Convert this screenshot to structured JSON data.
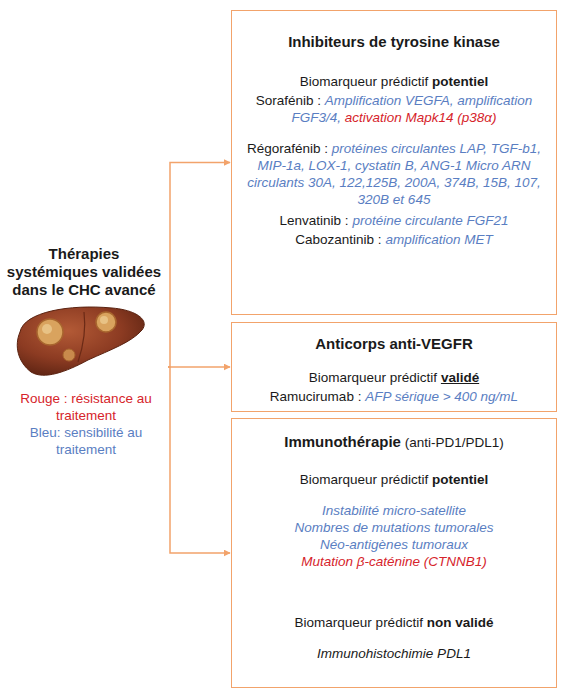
{
  "diagram": {
    "nodes": [
      {
        "text": [
          "Thérapies systémiques validées dans le CHC avancé"
        ]
      },
      {
        "text": [
          "Inhibiteurs de tyrosine kinase",
          "Biomarqueur prédictif",
          "potentiel",
          "Sorafénib :",
          "Amplification VEGFA, amplification FGF3/4,",
          "activation Mapk14 (p38α)",
          "Régorafénib :",
          "protéines circulantes LAP, TGF-b1, MIP-1a, LOX-1, cystatin B, ANG-1 Micro ARN circulants 30A, 122,125B, 200A, 374B, 15B, 107, 320B et 645",
          "Lenvatinib :",
          "protéine circulante FGF21",
          "Cabozantinib :",
          "amplification MET"
        ]
      },
      {
        "text": [
          "Anticorps anti-VEGFR",
          "Biomarqueur prédictif",
          "validé",
          "Ramucirumab :",
          "AFP sérique > 400 ng/mL"
        ]
      },
      {
        "text": [
          "Immunothérapie",
          "(anti-PD1/PDL1)",
          "Biomarqueur prédictif",
          "potentiel",
          "Instabilité micro-satellite",
          "Nombres de mutations tumorales",
          "Néo-antigènes tumoraux",
          "Mutation β-caténine (CTNNB1)",
          "Biomarqueur prédictif",
          "non validé",
          "Immunohistochimie PDL1"
        ]
      }
    ],
    "edges": [
      {
        "from": 0,
        "to": 1,
        "arrow": "to"
      },
      {
        "from": 0,
        "to": 2,
        "arrow": "to"
      },
      {
        "from": 0,
        "to": 3,
        "arrow": "to"
      }
    ],
    "legend": [
      {
        "text": "Rouge : résistance au traitement",
        "color": "#d6242b"
      },
      {
        "text": "Bleu: sensibilité au traitement",
        "color": "#5a7ec2"
      }
    ]
  }
}
